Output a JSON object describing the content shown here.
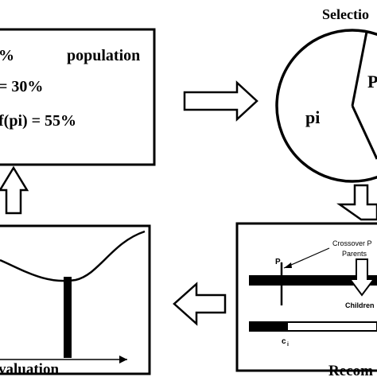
{
  "population_box": {
    "line1_left": "%",
    "line1_right": "population",
    "line2": "= 30%",
    "line3": "f(pi) = 55%"
  },
  "selection": {
    "title": "Selectio",
    "slice_label_pi": "pi",
    "slice_label_p": "P"
  },
  "evaluation": {
    "title": "valuation"
  },
  "recombination": {
    "title": "Recom",
    "parent_label": "P",
    "parent_sub": "i",
    "child_label": "c",
    "child_sub": "i",
    "crossover_label": "Crossover P",
    "parents_label": "Parents",
    "children_label": "Children"
  }
}
